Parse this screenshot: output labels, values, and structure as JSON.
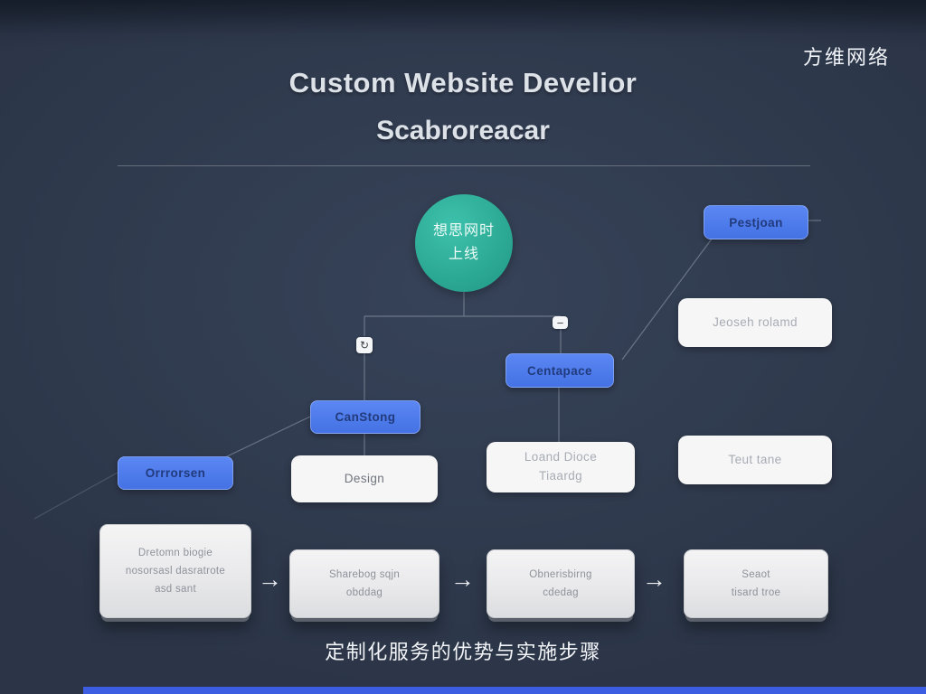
{
  "watermark": "方维网络",
  "title": {
    "line1": "Custom Website Develior",
    "line2": "Scabroreacar"
  },
  "hero_circle": {
    "line1": "想思网时",
    "line2": "上线"
  },
  "icons": {
    "refresh": "↻",
    "minus": "−"
  },
  "nodes": {
    "pestjoan": "Pestjoan",
    "jeoseh": "Jeoseh rolamd",
    "centapace": "Centapace",
    "canstong": "CanStong",
    "orrrorsen": "Orrrorsen",
    "design": "Design",
    "loand_line1": "Loand Dioce",
    "loand_line2": "Tiaardg",
    "teut": "Teut tane"
  },
  "steps": [
    {
      "lines": [
        "Dretomn biogie",
        "nosorsasl dasratrote",
        "asd sant"
      ]
    },
    {
      "lines": [
        "Sharebog sqjn",
        "obddag"
      ]
    },
    {
      "lines": [
        "Obnerisbirng",
        "cdedag"
      ]
    },
    {
      "lines": [
        "Seaot",
        "tisard troe"
      ]
    }
  ],
  "arrow_glyph": "→",
  "caption": "定制化服务的优势与实施步骤",
  "colors": {
    "background": "#2b3547",
    "node_blue": "#4c7bec",
    "circle_teal": "#2fae9d",
    "bottom_bar": "#3c5de2"
  }
}
